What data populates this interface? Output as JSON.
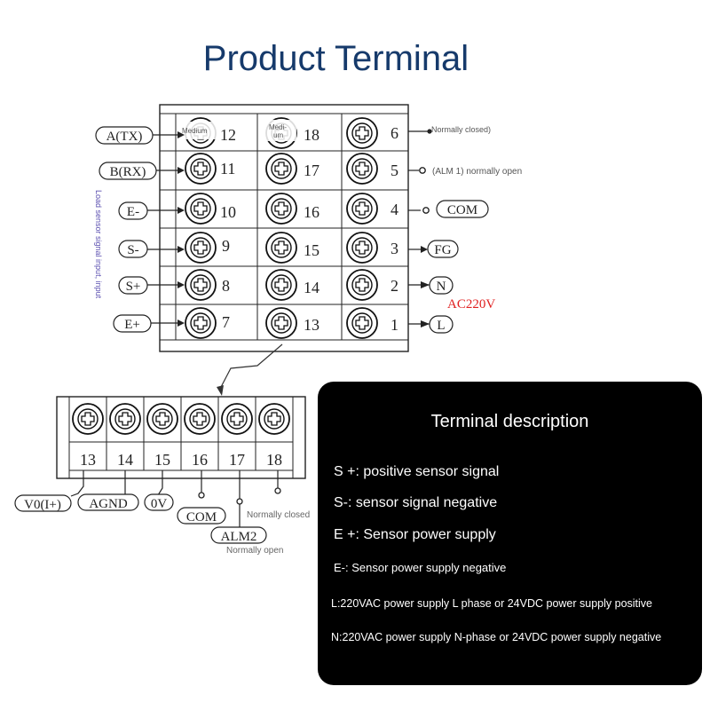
{
  "title": "Product Terminal",
  "upper_block": {
    "terminal_numbers": {
      "left": [
        "12",
        "11",
        "10",
        "9",
        "8",
        "7"
      ],
      "middle": [
        "18",
        "17",
        "16",
        "15",
        "14",
        "13"
      ],
      "right": [
        "6",
        "5",
        "4",
        "3",
        "2",
        "1"
      ]
    },
    "screw_12_note": "Medium",
    "screw_18_note_1": "Medi-",
    "screw_18_note_2": "um",
    "left_labels": [
      "A(TX)",
      "B(RX)",
      "E-",
      "S-",
      "S+",
      "E+"
    ],
    "left_side_note": "Load sensor signal input, input",
    "right_labels": {
      "t6": "Normally closed)",
      "t5": "(ALM 1) normally open",
      "t4": "COM",
      "t3": "FG",
      "t2": "N",
      "power": "AC220V",
      "t1": "L"
    }
  },
  "lower_block": {
    "terminal_numbers": [
      "13",
      "14",
      "15",
      "16",
      "17",
      "18"
    ],
    "labels": {
      "v0": "V0(I+)",
      "agnd": "AGND",
      "zero_v": "0V",
      "com": "COM",
      "alm2": "ALM2",
      "normally_closed": "Normally closed",
      "normally_open": "Normally open"
    }
  },
  "description": {
    "title": "Terminal description",
    "lines": [
      "S +: positive sensor signal",
      "S-: sensor signal negative",
      "E +: Sensor power supply",
      "E-: Sensor power supply negative",
      "L:220VAC power supply L phase or 24VDC power supply positive",
      "N:220VAC power supply N-phase or 24VDC power supply negative"
    ]
  },
  "colors": {
    "title": "#163a6b",
    "power_label": "#e02020",
    "side_note": "#5b4fb0",
    "panel": "#000000"
  }
}
